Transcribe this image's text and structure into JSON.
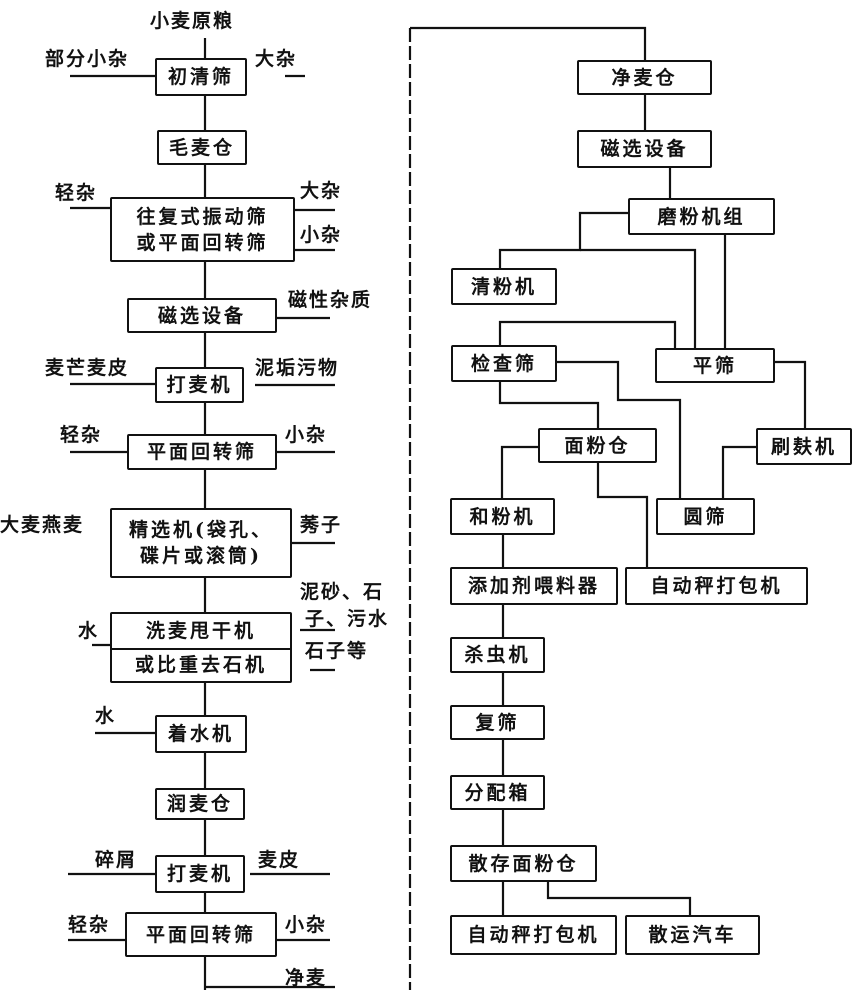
{
  "left": {
    "input": "小麦原粮",
    "boxes": [
      "初清筛",
      "毛麦仓",
      "往复式振动筛",
      "或平面回转筛",
      "磁选设备",
      "打麦机",
      "平面回转筛",
      "精选机(袋孔、",
      "碟片或滚筒)",
      "洗麦甩干机",
      "或比重去石机",
      "着水机",
      "润麦仓",
      "打麦机",
      "平面回转筛"
    ],
    "labels": [
      "部分小杂",
      "大杂",
      "轻杂",
      "大杂",
      "小杂",
      "磁性杂质",
      "麦芒麦皮",
      "泥垢污物",
      "轻杂",
      "小杂",
      "大麦燕麦",
      "莠子",
      "泥砂、石",
      "子、污水",
      "石子等",
      "水",
      "水",
      "碎屑",
      "麦皮",
      "轻杂",
      "小杂",
      "净麦"
    ]
  },
  "right": {
    "boxes": [
      "净麦仓",
      "磁选设备",
      "磨粉机组",
      "清粉机",
      "检查筛",
      "平筛",
      "面粉仓",
      "刷麸机",
      "和粉机",
      "圆筛",
      "添加剂喂料器",
      "自动秤打包机",
      "杀虫机",
      "复筛",
      "分配箱",
      "散存面粉仓",
      "自动秤打包机",
      "散运汽车"
    ]
  }
}
